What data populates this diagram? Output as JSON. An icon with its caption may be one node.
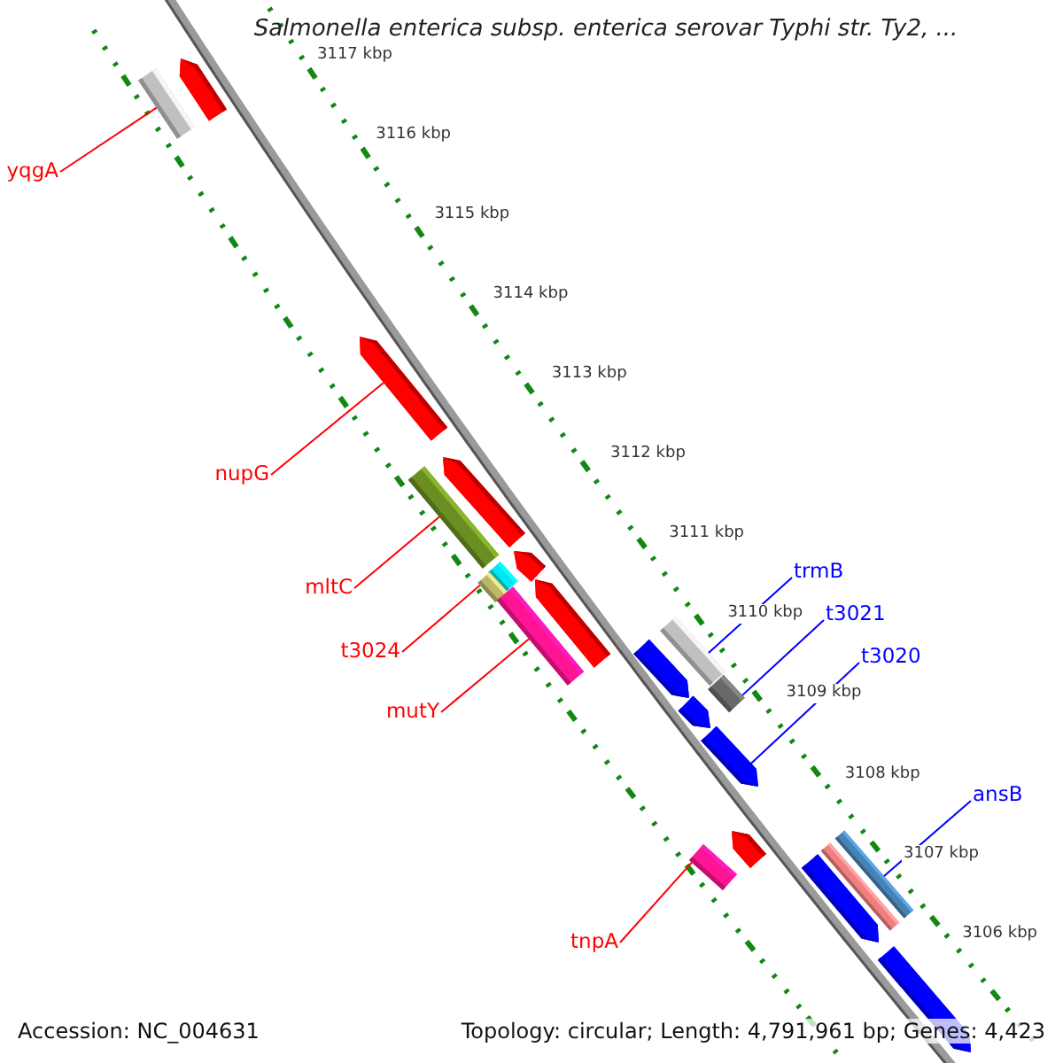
{
  "diagram": {
    "title": "Salmonella enterica subsp. enterica serovar Typhi str. Ty2, ...",
    "nodes": [
      {
        "text": [
          "yqgA"
        ]
      },
      {
        "text": [
          "nupG"
        ]
      },
      {
        "text": [
          "trmB"
        ]
      },
      {
        "text": [
          "mltC"
        ]
      },
      {
        "text": [
          "t3021"
        ]
      },
      {
        "text": [
          "t3024"
        ]
      },
      {
        "text": [
          "t3020"
        ]
      },
      {
        "text": [
          "mutY"
        ]
      },
      {
        "text": [
          "ansB"
        ]
      },
      {
        "text": [
          "tnpA"
        ]
      },
      {
        "text": [],
        "shape": "arrow"
      },
      {
        "text": [],
        "shape": "bar"
      },
      {
        "text": [],
        "shape": "arrow"
      },
      {
        "text": [],
        "shape": "arrow"
      },
      {
        "text": [],
        "shape": "bar"
      },
      {
        "text": [],
        "shape": "arrow"
      },
      {
        "text": [],
        "shape": "bar"
      },
      {
        "text": [],
        "shape": "bar"
      },
      {
        "text": [],
        "shape": "arrow"
      },
      {
        "text": [],
        "shape": "bar"
      },
      {
        "text": [],
        "shape": "bar"
      },
      {
        "text": [],
        "shape": "arrow"
      },
      {
        "text": [],
        "shape": "bar"
      },
      {
        "text": [],
        "shape": "arrow"
      },
      {
        "text": [],
        "shape": "arrow"
      },
      {
        "text": [],
        "shape": "arrow"
      },
      {
        "text": [],
        "shape": "bar"
      },
      {
        "text": [],
        "shape": "bar"
      },
      {
        "text": [],
        "shape": "bar"
      },
      {
        "text": [],
        "shape": "arrow"
      },
      {
        "text": [],
        "shape": "arrow"
      }
    ],
    "edges": [
      {
        "from": 0,
        "to": 11,
        "arrow": "none"
      },
      {
        "from": 1,
        "to": 12,
        "arrow": "none"
      },
      {
        "from": 2,
        "to": 20,
        "arrow": "none",
        "color": "#0000ff"
      },
      {
        "from": 3,
        "to": 14,
        "arrow": "none"
      },
      {
        "from": 4,
        "to": 22,
        "arrow": "none",
        "color": "#0000ff"
      },
      {
        "from": 5,
        "to": 17,
        "arrow": "none"
      },
      {
        "from": 6,
        "to": 24,
        "arrow": "none",
        "color": "#0000ff"
      },
      {
        "from": 7,
        "to": 19,
        "arrow": "none"
      },
      {
        "from": 8,
        "to": 27,
        "arrow": "none",
        "color": "#0000ff"
      },
      {
        "from": 9,
        "to": 26,
        "arrow": "none"
      }
    ],
    "labels": [
      "3117 kbp",
      "3116 kbp",
      "3115 kbp",
      "3114 kbp",
      "3113 kbp",
      "3112 kbp",
      "3111 kbp",
      "3110 kbp",
      "3109 kbp",
      "3108 kbp",
      "3107 kbp",
      "3106 kbp",
      "Accession: NC_004631",
      "Topology: circular; Length: 4,791,961 bp; Genes: 4,423"
    ]
  }
}
